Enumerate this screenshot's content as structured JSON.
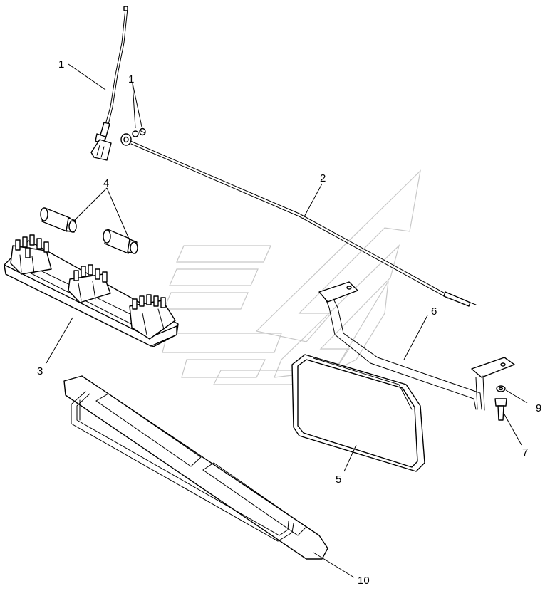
{
  "diagram": {
    "watermark": "logo-watermark",
    "parts": [
      {
        "id": "antenna",
        "label": "1"
      },
      {
        "id": "antenna-hardware",
        "label": "1"
      },
      {
        "id": "cable",
        "label": "2"
      },
      {
        "id": "lamp-housing",
        "label": "3"
      },
      {
        "id": "bulbs",
        "label": "4"
      },
      {
        "id": "mirror",
        "label": "5"
      },
      {
        "id": "mirror-bracket",
        "label": "6"
      },
      {
        "id": "bolt",
        "label": "7"
      },
      {
        "id": "washer",
        "label": "9"
      },
      {
        "id": "step-grab-handle",
        "label": "10"
      }
    ]
  }
}
